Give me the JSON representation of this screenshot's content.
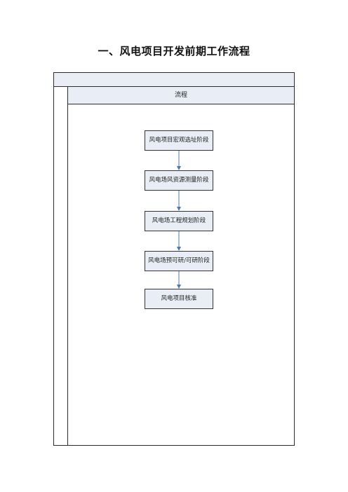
{
  "document": {
    "title": "一、风电项目开发前期工作流程"
  },
  "flowchart": {
    "lane_header": "流程",
    "steps": [
      "风电项目宏观选址阶段",
      "风电场风资源测量阶段",
      "风电场工程规划阶段",
      "风电场预可研/可研阶段",
      "风电项目核准"
    ],
    "colors": {
      "box_fill": "#e9eef6",
      "arrow": "#4a78b0",
      "border": "#2b2b2b"
    }
  }
}
